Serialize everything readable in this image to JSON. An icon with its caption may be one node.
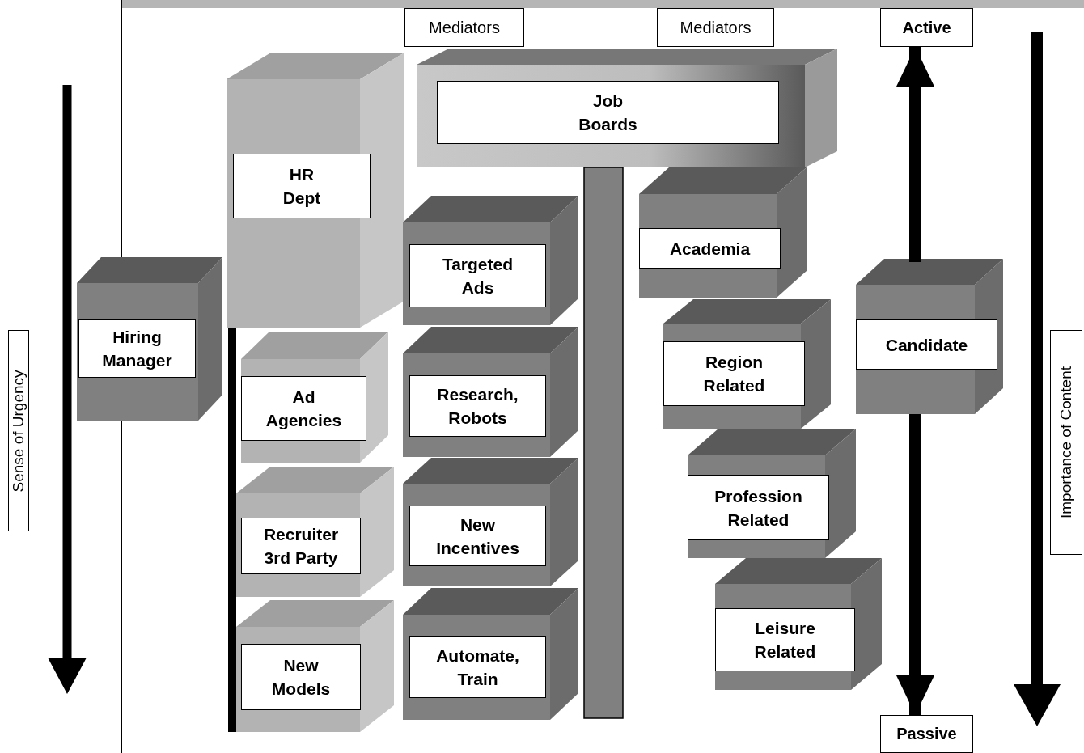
{
  "diagram": {
    "nodes": [
      {
        "text": [
          "Mediators"
        ]
      },
      {
        "text": [
          "Mediators"
        ]
      },
      {
        "text": [
          "Active"
        ]
      },
      {
        "text": [
          "Job Boards"
        ]
      },
      {
        "text": [
          "HR Dept"
        ]
      },
      {
        "text": [
          "Targeted Ads"
        ]
      },
      {
        "text": [
          "Academia"
        ]
      },
      {
        "text": [
          "Hiring Manager"
        ]
      },
      {
        "text": [
          "Candidate"
        ]
      },
      {
        "text": [
          "Region Related"
        ]
      },
      {
        "text": [
          "Ad Agencies"
        ]
      },
      {
        "text": [
          "Research, Robots"
        ]
      },
      {
        "text": [
          "Profession Related"
        ]
      },
      {
        "text": [
          "Recruiter 3rd Party"
        ]
      },
      {
        "text": [
          "New Incentives"
        ]
      },
      {
        "text": [
          "Leisure Related"
        ]
      },
      {
        "text": [
          "New Models"
        ]
      },
      {
        "text": [
          "Automate, Train"
        ]
      },
      {
        "text": [
          "Passive"
        ]
      },
      {
        "text": [
          "Sense of Urgency"
        ]
      },
      {
        "text": [
          "Importance of Content"
        ]
      },
      {
        "text": [],
        "shape": "bar"
      }
    ],
    "edges": [
      {
        "from": 8,
        "to": 2,
        "arrow": "to"
      },
      {
        "from": 8,
        "to": 18,
        "arrow": "to"
      }
    ]
  }
}
